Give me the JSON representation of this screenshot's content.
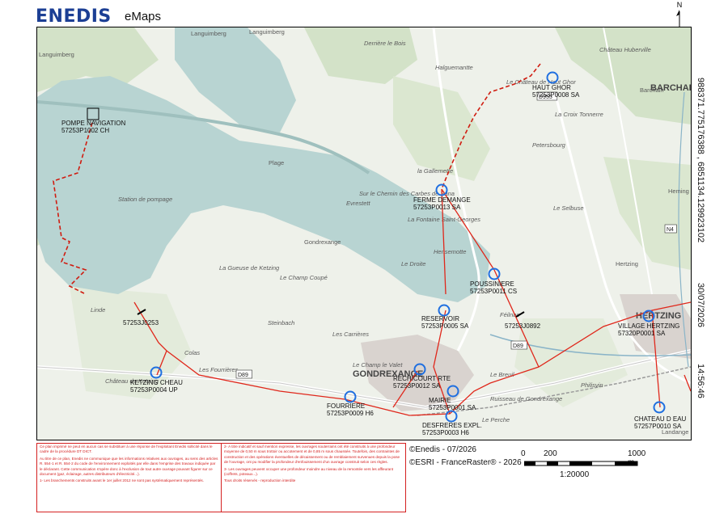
{
  "header": {
    "logo_text": "ENEDIS",
    "app_title": "eMaps",
    "north_label": "N"
  },
  "side": {
    "coordinates": "988371.775176388 , 6851134.129923102",
    "date": "30/07/2026",
    "time": "14:56:46"
  },
  "map": {
    "place_labels": [
      "Languimberg",
      "Languimberg",
      "Languimberg",
      "Plage",
      "Station de pompage",
      "Gondrexange",
      "GONDREXANGE",
      "Le Champ Coupé",
      "La Gueuse de Ketzing",
      "Steinbach",
      "Les Carrières",
      "Le Champ le Valet",
      "Colas",
      "Linde",
      "Château de Ketzing",
      "Les Fourrières",
      "Le Droite",
      "Hensemotte",
      "Le Breuil",
      "Féilnac",
      "Philisvin",
      "Le Perche",
      "Ruisseau de Gondrexange",
      "Petersbourg",
      "La Croix Tonnerre",
      "la Gallemette",
      "La Fontaine Saint-Georges",
      "Evrestett",
      "Halguemantte",
      "Le Château de Haut Ghor",
      "Château Huberville",
      "BARCHAIN",
      "Barchain",
      "Hertzing",
      "HERTZING",
      "Le Selbuse",
      "Derrière le Bois",
      "Heming",
      "Landange",
      "Sur le Chemin des Carbes de Sana"
    ],
    "road_labels": [
      "D89",
      "D89",
      "D955",
      "N4"
    ],
    "stations": [
      {
        "name": "POMPE NAVIGATION",
        "code": "57253P1002 CH"
      },
      {
        "name": "HAUT GHOR",
        "code": "57253P0008 SA"
      },
      {
        "name": "FERME DEMANGE",
        "code": "57253P0013 SA"
      },
      {
        "name": "POUSSINIERE",
        "code": "57253P0011 CS"
      },
      {
        "name": "RESERVOIR",
        "code": "57253P0005 SA"
      },
      {
        "name": "VILLAGE HERTZING",
        "code": "57320P0001 SA"
      },
      {
        "name": "KETZING CHEAU",
        "code": "57253P0004 UP"
      },
      {
        "name": "RECHICOURT RTE",
        "code": "57253P0012 SA"
      },
      {
        "name": "FOURRIERE",
        "code": "57253P0009 H6"
      },
      {
        "name": "MAIRIE",
        "code": "57253P0001 SA"
      },
      {
        "name": "DESFRERES EXPL.",
        "code": "57253P0003 H6"
      },
      {
        "name": "CHATEAU D EAU",
        "code": "57257P0010 SA"
      }
    ],
    "junctions": [
      "57253J0253",
      "57253J0892"
    ]
  },
  "disclaimer": {
    "col1": [
      "Ce plan imprimé ne peut en aucun cas se substituer à une réponse de l'exploitant Enedis sollicité dans le cadre de la procédure DT DICT.",
      "Au titre de ce plan, Enedis ne communique que les informations relatives aux ouvrages, au sens des articles R. 554-1 et R. 554-2 du code de l'environnement exploités par elle dans l'emprise des travaux indiquée par le déclarant. Cette communication s'opère donc à l'exclusion de tout autre ouvrage pouvant figurer sur ce document (gaz, éclairage, autres distributeurs d'électricité...).",
      "1- Les branchements construits avant le 1er juillet 2012 ne sont pas systématiquement représentés."
    ],
    "col2": [
      "2- A titre indicatif et sauf mention expresse, les ouvrages souterrains ont été construits à une profondeur moyenne de 0,50 m sous trottoir ou accotement et de 0,85 m sous chaussée. Toutefois, des contraintes de construction et des opérations éventuelles de décaissement ou de remblaiement survenues depuis la pose de l'ouvrage, ont pu modifier la profondeur d'enfouissement d'un ouvrage construit selon ces règles.",
      "3- Les ouvrages peuvent occuper une profondeur moindre au niveau de la remontée vers les affleurant (coffrets, poteaux...).",
      "Tous droits réservés - reproduction interdite"
    ]
  },
  "copyright": {
    "enedis": "©Enedis - 07/2026",
    "esri": "©ESRI - FranceRaster® - 2026"
  },
  "scale": {
    "label_0": "0",
    "label_200": "200",
    "label_1000": "1000 m",
    "ratio": "1:20000"
  },
  "colors": {
    "network_line": "#e0271b",
    "network_dashed": "#d01c10",
    "station_circle": "#1f6fe0",
    "water": "#b8d4d2",
    "land": "#eef1ea",
    "forest": "#d3e2c8",
    "road": "#ffffff",
    "logo": "#1c3f94",
    "disclaimer": "#d42020"
  }
}
